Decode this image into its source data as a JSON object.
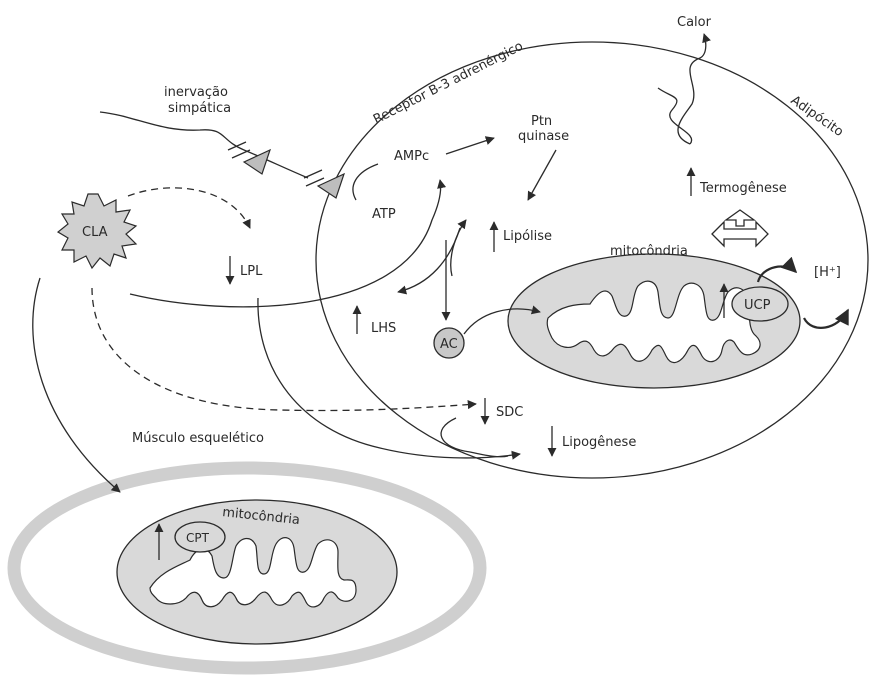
{
  "labels": {
    "calor": "Calor",
    "receptor": "Receptor B-3 adrenérgico",
    "adipocito": "Adipócito",
    "inervacao_1": "inervação",
    "inervacao_2": "simpática",
    "ampc": "AMPc",
    "ptn_1": "Ptn",
    "ptn_2": "quinase",
    "atp": "ATP",
    "termogenese": "Termogênese",
    "cla": "CLA",
    "lpl": "LPL",
    "lipolise": "Lipólise",
    "mitocondria_adipocito": "mitocôndria",
    "h_plus": "[H⁺]",
    "ucp": "UCP",
    "lhs": "LHS",
    "ac": "AC",
    "sdc": "SDC",
    "lipogenese": "Lipogênese",
    "musculo": "Músculo esquelético",
    "mitocondria_musculo": "mitocôndria",
    "cpt": "CPT"
  },
  "colors": {
    "organelle_fill": "#d9d9d9",
    "muscle_ring": "#cfcfcf",
    "line": "#2b2b2b",
    "ac_fill": "#c8c8c8"
  }
}
